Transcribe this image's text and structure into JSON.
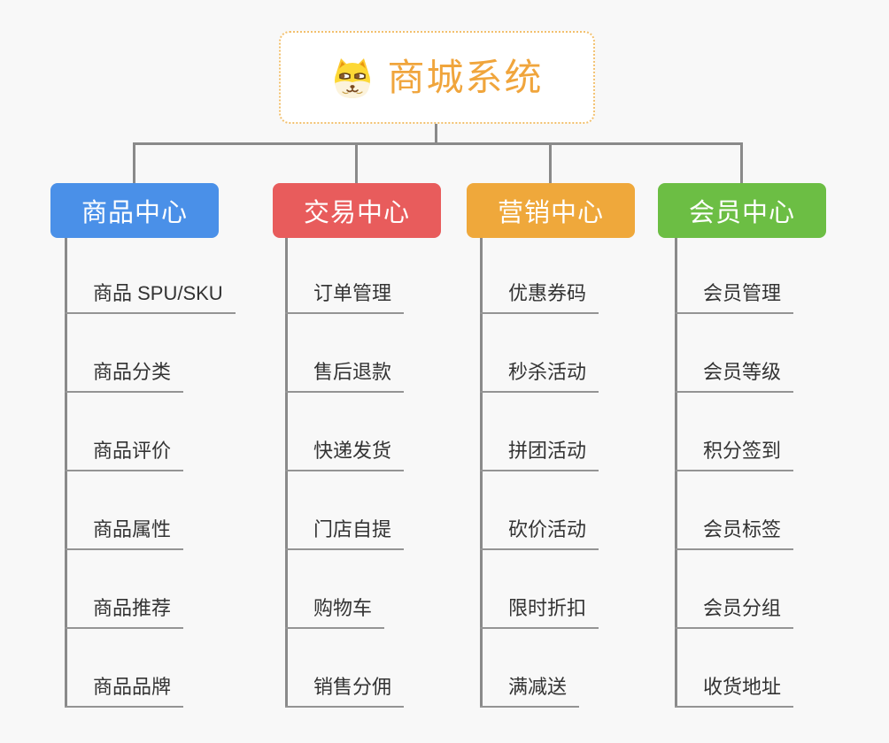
{
  "root": {
    "title": "商城系统",
    "icon": "shiba-dog-icon",
    "title_color": "#F0A53C",
    "border_color": "#F2C06E"
  },
  "branches": [
    {
      "label": "商品中心",
      "color": "#4A90E8",
      "items": [
        "商品 SPU/SKU",
        "商品分类",
        "商品评价",
        "商品属性",
        "商品推荐",
        "商品品牌"
      ]
    },
    {
      "label": "交易中心",
      "color": "#E85C5C",
      "items": [
        "订单管理",
        "售后退款",
        "快递发货",
        "门店自提",
        "购物车",
        "销售分佣"
      ]
    },
    {
      "label": "营销中心",
      "color": "#EFA83B",
      "items": [
        "优惠券码",
        "秒杀活动",
        "拼团活动",
        "砍价活动",
        "限时折扣",
        "满减送"
      ]
    },
    {
      "label": "会员中心",
      "color": "#6CBE44",
      "items": [
        "会员管理",
        "会员等级",
        "积分签到",
        "会员标签",
        "会员分组",
        "收货地址"
      ]
    }
  ],
  "colors": {
    "background": "#F8F8F8",
    "connector": "#8A8A8A",
    "underline": "#949494",
    "item_text": "#333333"
  }
}
